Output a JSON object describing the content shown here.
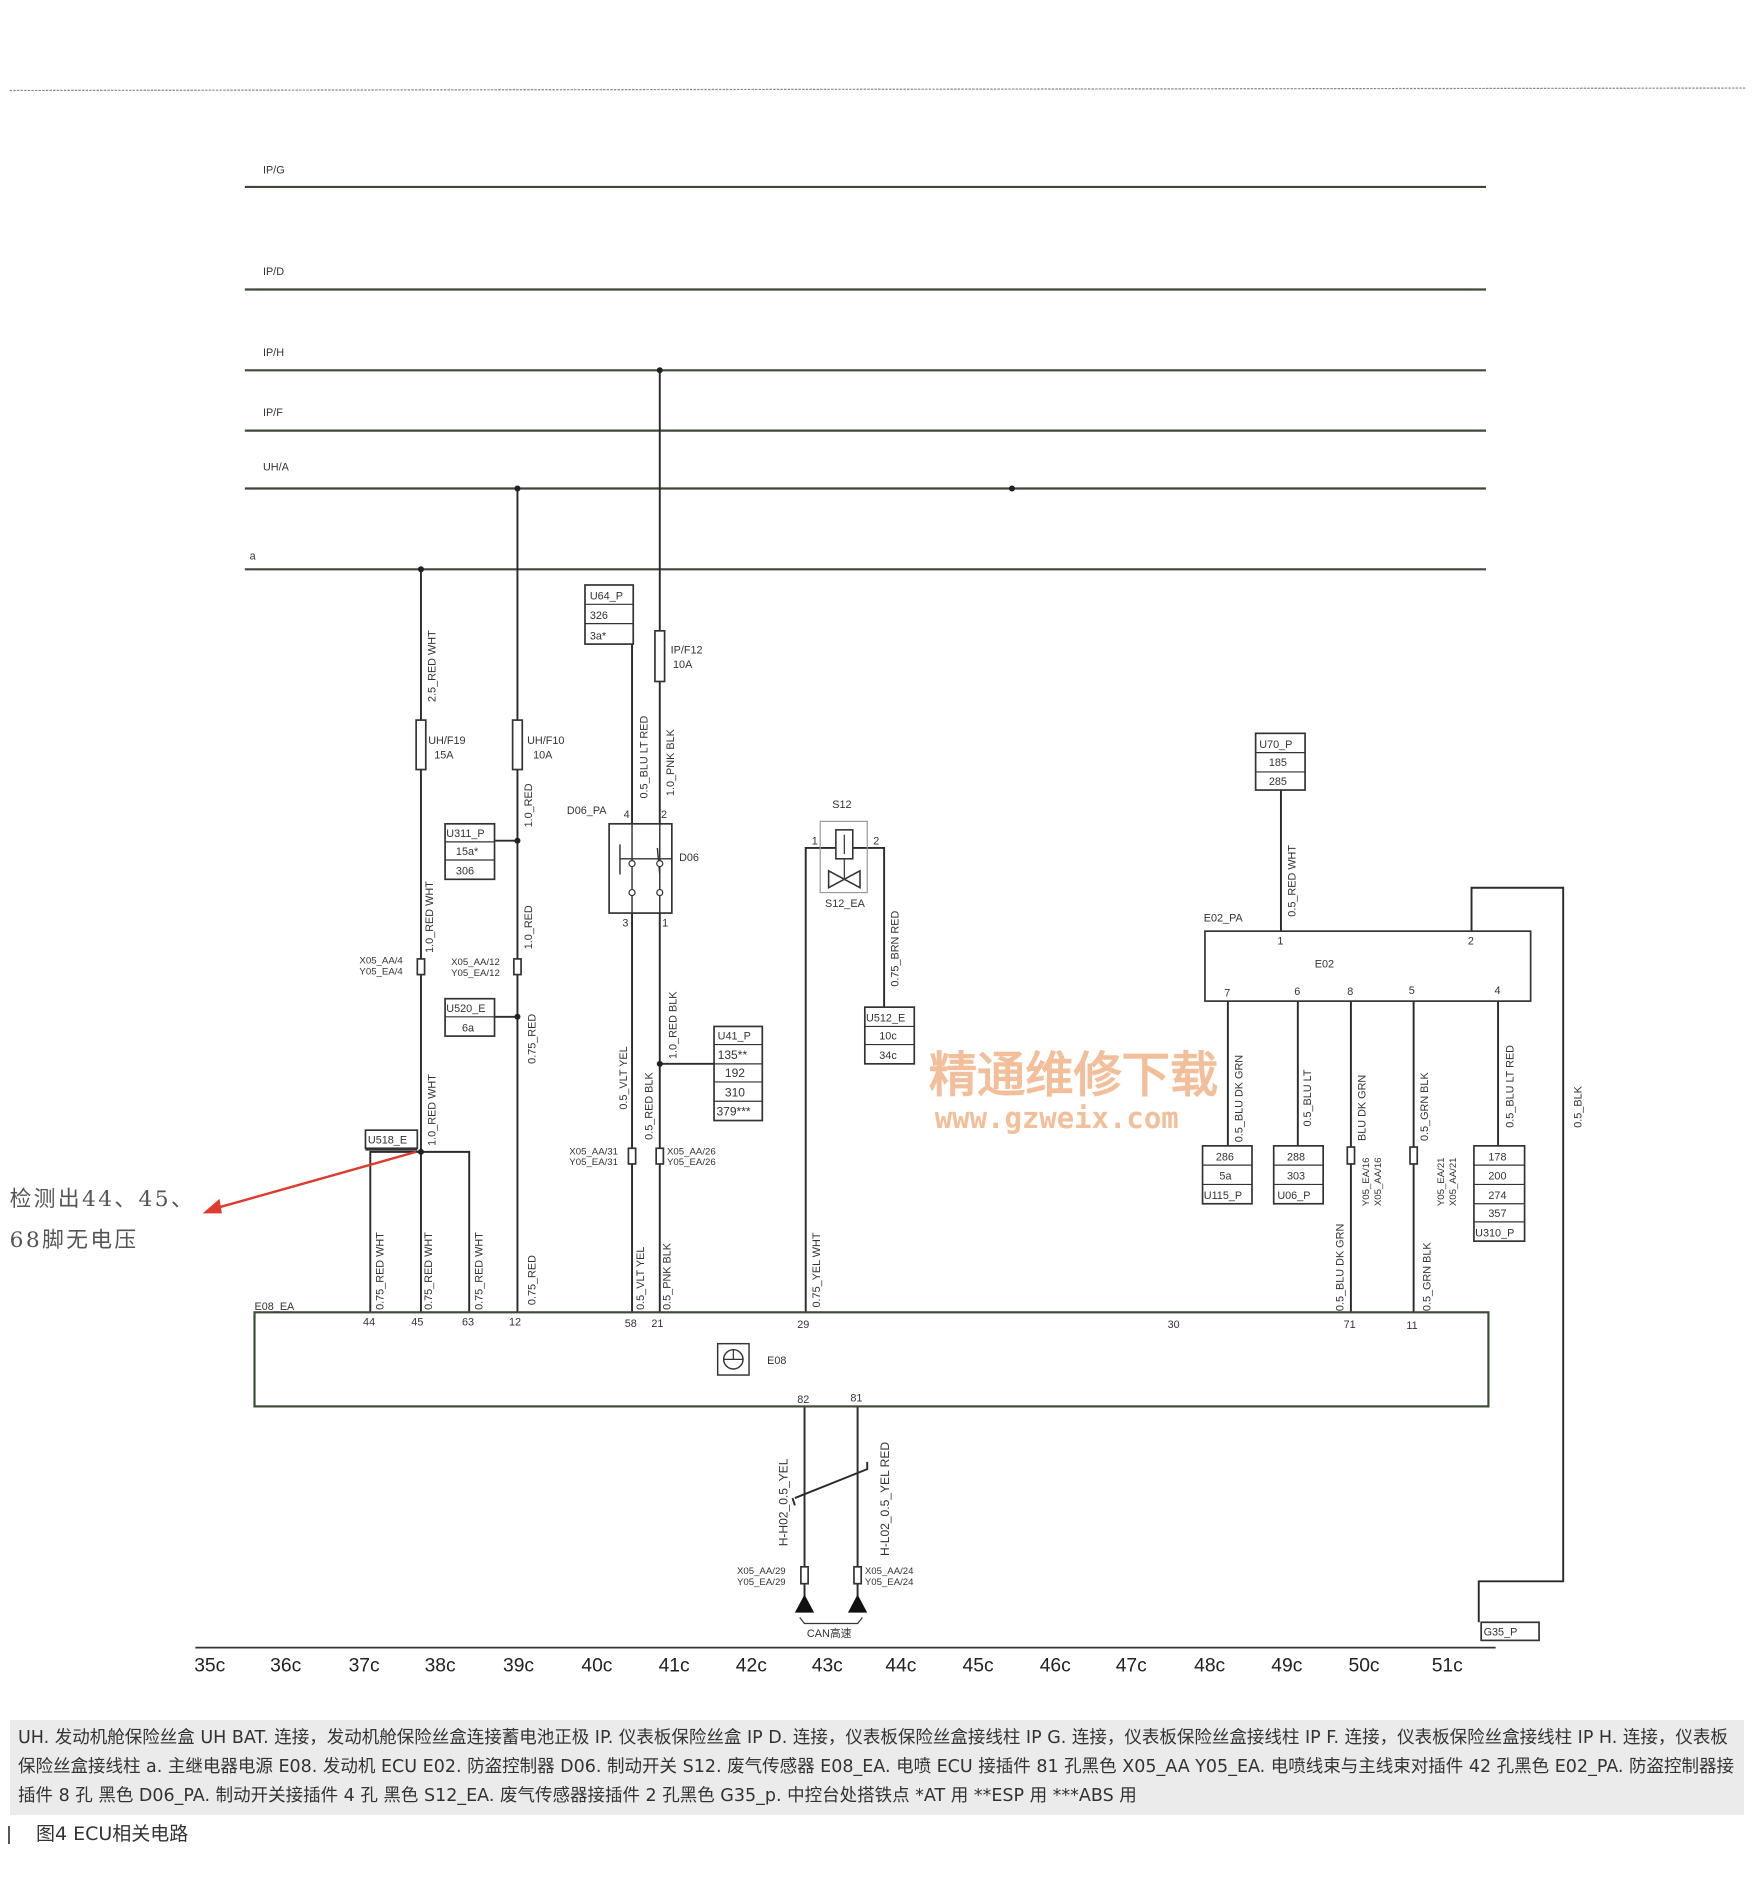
{
  "buses": [
    "IP/G",
    "IP/D",
    "IP/H",
    "IP/F",
    "UH/A",
    "a"
  ],
  "fuses": {
    "f19": {
      "name": "UH/F19",
      "rating": "15A"
    },
    "f10": {
      "name": "UH/F10",
      "rating": "10A"
    },
    "f12": {
      "name": "IP/F12",
      "rating": "10A"
    }
  },
  "boxes": {
    "u64": [
      "U64_P",
      "326",
      "3a*"
    ],
    "u311": [
      "U311_P",
      "15a*",
      "306"
    ],
    "u520": [
      "U520_E",
      "6a"
    ],
    "u518": [
      "U518_E"
    ],
    "u41": [
      "U41_P",
      "135**",
      "192",
      "310",
      "379***"
    ],
    "u512": [
      "U512_E",
      "10c",
      "34c"
    ],
    "u70": [
      "U70_P",
      "185",
      "285"
    ],
    "u115": [
      "286",
      "5a",
      "U115_P"
    ],
    "u06": [
      "288",
      "303",
      "U06_P"
    ],
    "u310": [
      "178",
      "200",
      "274",
      "357",
      "U310_P"
    ],
    "g35": [
      "G35_P"
    ]
  },
  "wire_labels": {
    "w1": "2.5_RED WHT",
    "w2": "1.0_RED WHT",
    "w3": "1.0_RED WHT",
    "w4": "1.0_RED",
    "w5": "1.0_RED",
    "w6": "0.75_RED",
    "w7": "0.5_BLU LT RED",
    "w8": "1.0_PNK BLK",
    "w9": "0.5_VLT YEL",
    "w10": "0.5_RED BLK",
    "w11": "1.0_RED BLK",
    "w12": "0.75_RED WHT",
    "w13": "0.75_RED WHT",
    "w14": "0.75_RED WHT",
    "w15": "0.75_RED",
    "w16": "0.5_VLT YEL",
    "w17": "0.5_PNK BLK",
    "w18": "0.75_YEL WHT",
    "w19": "0.75_BRN RED",
    "w20": "0.5_RED WHT",
    "w21": "0.5_BLU DK GRN",
    "w22": "0.5_BLU LT",
    "w23": "BLU DK GRN",
    "w24": "0.5_GRN BLK",
    "w25": "0.5_BLU LT RED",
    "w26": "0.5_BLK",
    "w27": "0.5_BLU DK GRN",
    "w28": "0.5_GRN BLK",
    "w29": "H-H02_0.5_YEL",
    "w30": "H-L02_0.5_YEL RED"
  },
  "inline_connectors": {
    "c4": [
      "X05_AA/4",
      "Y05_EA/4"
    ],
    "c12": [
      "X05_AA/12",
      "Y05_EA/12"
    ],
    "c31": [
      "X05_AA/31",
      "Y05_EA/31"
    ],
    "c26": [
      "X05_AA/26",
      "Y05_EA/26"
    ],
    "c16": [
      "Y05_EA/16",
      "X05_AA/16"
    ],
    "c21": [
      "Y05_EA/21",
      "X05_AA/21"
    ],
    "c29": [
      "X05_AA/29",
      "Y05_EA/29"
    ],
    "c24": [
      "X05_AA/24",
      "Y05_EA/24"
    ]
  },
  "d06": {
    "connector": "D06_PA",
    "name": "D06",
    "pins": [
      "4",
      "2",
      "3",
      "1"
    ]
  },
  "s12": {
    "name": "S12",
    "connector": "S12_EA",
    "pins": [
      "1",
      "2"
    ]
  },
  "e02": {
    "connector": "E02_PA",
    "name": "E02",
    "top_pins": [
      "1",
      "2"
    ],
    "bottom_pins": [
      "7",
      "6",
      "8",
      "5",
      "4"
    ]
  },
  "e08": {
    "connector": "E08_EA",
    "name": "E08",
    "top_pins": [
      "44",
      "45",
      "63",
      "12",
      "58",
      "21",
      "29",
      "30",
      "71",
      "11"
    ],
    "bottom_pins": [
      "82",
      "81"
    ]
  },
  "can_label": "CAN高速",
  "axis": [
    "35c",
    "36c",
    "37c",
    "38c",
    "39c",
    "40c",
    "41c",
    "42c",
    "43c",
    "44c",
    "45c",
    "46c",
    "47c",
    "48c",
    "49c",
    "50c",
    "51c"
  ],
  "annotation": {
    "line1": "检测出44、45、",
    "line2": "68脚无电压",
    "color": "#e03a2f"
  },
  "watermark": {
    "cn": "精通维修下载",
    "url": "www.gzweix.com"
  },
  "caption": "UH. 发动机舱保险丝盒  UH BAT. 连接，发动机舱保险丝盒连接蓄电池正极  IP. 仪表板保险丝盒  IP D. 连接，仪表板保险丝盒接线柱  IP G. 连接，仪表板保险丝盒接线柱  IP F. 连接，仪表板保险丝盒接线柱  IP H. 连接，仪表板保险丝盒接线柱  a. 主继电器电源  E08. 发动机 ECU  E02. 防盗控制器  D06. 制动开关  S12. 废气传感器  E08_EA. 电喷 ECU 接插件 81 孔黑色  X05_AA  Y05_EA. 电喷线束与主线束对插件 42 孔黑色  E02_PA. 防盗控制器接插件 8 孔  黑色  D06_PA. 制动开关接插件 4 孔  黑色  S12_EA. 废气传感器接插件 2 孔黑色  G35_p. 中控台处搭铁点  *AT 用  **ESP 用  ***ABS 用",
  "figure_title": "图4   ECU相关电路"
}
